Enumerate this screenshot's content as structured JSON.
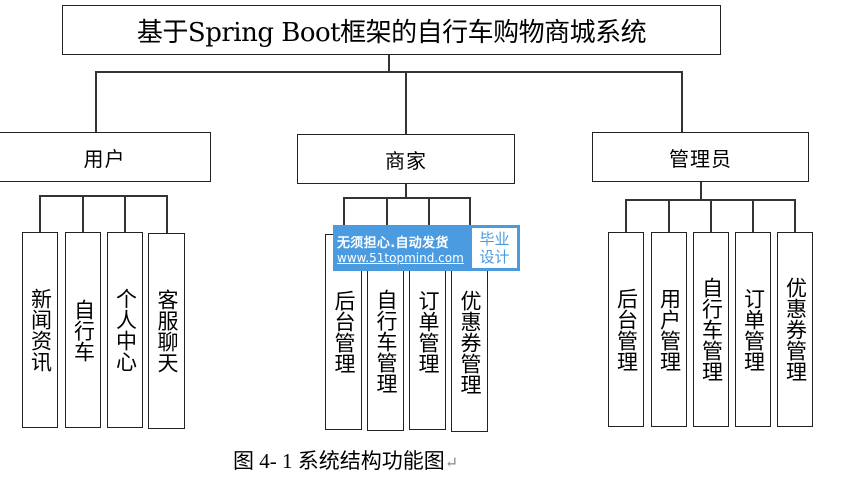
{
  "diagram": {
    "type": "hierarchy",
    "root": {
      "label": "基于Spring Boot框架的自行车购物商城系统"
    },
    "branches": [
      {
        "label": "用户",
        "children": [
          "新闻资讯",
          "自行车",
          "个人中心",
          "客服聊天"
        ]
      },
      {
        "label": "商家",
        "children": [
          "后台管理",
          "自行车管理",
          "订单管理",
          "优惠券管理"
        ]
      },
      {
        "label": "管理员",
        "children": [
          "后台管理",
          "用户管理",
          "自行车管理",
          "订单管理",
          "优惠券管理"
        ]
      }
    ],
    "caption": "图 4- 1  系统结构功能图",
    "caption_return_mark": "↵"
  },
  "watermark": {
    "line1": "无须担心.自动发货",
    "line2": "www.51topmind.com",
    "badge_line1": "毕业",
    "badge_line2": "设计",
    "color": "#4a9be0"
  }
}
